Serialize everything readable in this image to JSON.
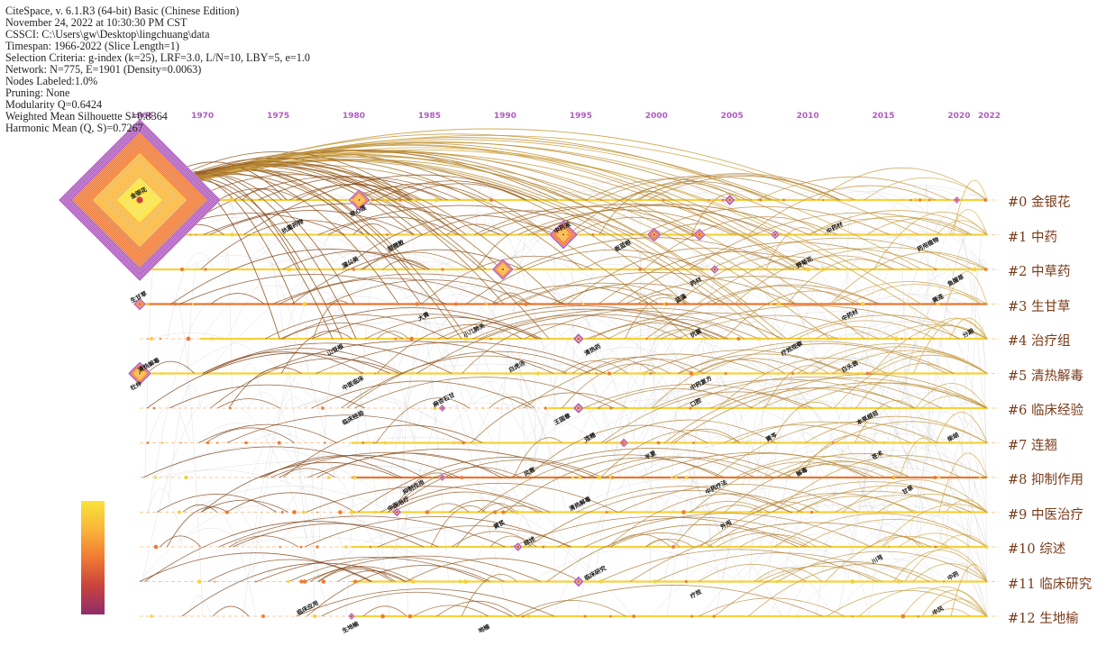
{
  "info": {
    "lines": [
      "CiteSpace, v. 6.1.R3 (64-bit) Basic (Chinese Edition)",
      "November 24, 2022 at 10:30:30 PM CST",
      "CSSCI: C:\\Users\\gw\\Desktop\\lingchuang\\data",
      "Timespan: 1966-2022 (Slice Length=1)",
      "Selection Criteria: g-index (k=25), LRF=3.0, L/N=10, LBY=5, e=1.0",
      "Network: N=775, E=1901 (Density=0.0063)",
      "Nodes Labeled:1.0%",
      "Pruning: None",
      "Modularity Q=0.6424",
      "Weighted Mean Silhouette S=0.8364",
      "Harmonic Mean (Q, S)=0.7267"
    ]
  },
  "years": [
    "1966",
    "1970",
    "1975",
    "1980",
    "1985",
    "1990",
    "1995",
    "2000",
    "2005",
    "2010",
    "2015",
    "2020",
    "2022"
  ],
  "clusters": [
    "#0 金银花",
    "#1 中药",
    "#2 中草药",
    "#3 生甘草",
    "#4 治疗组",
    "#5 清热解毒",
    "#6 临床经验",
    "#7 连翘",
    "#8 抑制作用",
    "#9 中医治疗",
    "#10 综述",
    "#11 临床研究",
    "#12 生地榆"
  ],
  "node_labels": [
    {
      "t": "金银花",
      "lane": 0,
      "yr": 1966
    },
    {
      "t": "穿心莲",
      "lane": 0,
      "yr": 1980.5
    },
    {
      "t": "抗菌药物",
      "lane": 1,
      "yr": 1976
    },
    {
      "t": "银翘散",
      "lane": 1,
      "yr": 1983
    },
    {
      "t": "中药液",
      "lane": 1,
      "yr": 1994
    },
    {
      "t": "板蓝根",
      "lane": 1,
      "yr": 1998
    },
    {
      "t": "中药材",
      "lane": 1,
      "yr": 2012
    },
    {
      "t": "药用植物",
      "lane": 1,
      "yr": 2018
    },
    {
      "t": "蒲公英",
      "lane": 2,
      "yr": 1980
    },
    {
      "t": "药材",
      "lane": 2,
      "yr": 2003
    },
    {
      "t": "野菊花",
      "lane": 2,
      "yr": 2010
    },
    {
      "t": "鱼腥草",
      "lane": 2,
      "yr": 2020
    },
    {
      "t": "生甘草",
      "lane": 3,
      "yr": 1966
    },
    {
      "t": "大黄",
      "lane": 3,
      "yr": 1985
    },
    {
      "t": "蓝藻",
      "lane": 3,
      "yr": 2002
    },
    {
      "t": "中药材",
      "lane": 3,
      "yr": 2013
    },
    {
      "t": "黄连",
      "lane": 3,
      "yr": 2019
    },
    {
      "t": "山豆根",
      "lane": 4,
      "yr": 1979
    },
    {
      "t": "小儿肺炎",
      "lane": 4,
      "yr": 1988
    },
    {
      "t": "清热药",
      "lane": 4,
      "yr": 1996
    },
    {
      "t": "抗菌",
      "lane": 4,
      "yr": 2003
    },
    {
      "t": "疗效观察",
      "lane": 4,
      "yr": 2009
    },
    {
      "t": "分期",
      "lane": 4,
      "yr": 2021
    },
    {
      "t": "杜仲",
      "lane": 5,
      "yr": 1966
    },
    {
      "t": "清热解毒",
      "lane": 5,
      "yr": 1966.5
    },
    {
      "t": "中医临床",
      "lane": 5,
      "yr": 1980
    },
    {
      "t": "白虎汤",
      "lane": 5,
      "yr": 1991
    },
    {
      "t": "中药复方",
      "lane": 5,
      "yr": 2003
    },
    {
      "t": "白头翁",
      "lane": 5,
      "yr": 2013
    },
    {
      "t": "临床经验",
      "lane": 6,
      "yr": 1980
    },
    {
      "t": "麻杏石甘",
      "lane": 6,
      "yr": 1986
    },
    {
      "t": "王国章",
      "lane": 6,
      "yr": 1994
    },
    {
      "t": "口腔",
      "lane": 6,
      "yr": 2003
    },
    {
      "t": "本草纲目",
      "lane": 6,
      "yr": 2014
    },
    {
      "t": "连翘",
      "lane": 7,
      "yr": 1996
    },
    {
      "t": "半夏",
      "lane": 7,
      "yr": 2000
    },
    {
      "t": "黄芩",
      "lane": 7,
      "yr": 2008
    },
    {
      "t": "苍术",
      "lane": 7,
      "yr": 2015
    },
    {
      "t": "柴胡",
      "lane": 7,
      "yr": 2020
    },
    {
      "t": "抑制作用",
      "lane": 8,
      "yr": 1984
    },
    {
      "t": "风寒",
      "lane": 8,
      "yr": 1992
    },
    {
      "t": "中药疗法",
      "lane": 8,
      "yr": 2004
    },
    {
      "t": "解毒",
      "lane": 8,
      "yr": 2010
    },
    {
      "t": "甘草",
      "lane": 8,
      "yr": 2017
    },
    {
      "t": "中医治疗",
      "lane": 9,
      "yr": 1983
    },
    {
      "t": "黄芪",
      "lane": 9,
      "yr": 1990
    },
    {
      "t": "清热解毒",
      "lane": 9,
      "yr": 1995
    },
    {
      "t": "外用",
      "lane": 9,
      "yr": 2005
    },
    {
      "t": "综述",
      "lane": 10,
      "yr": 1992
    },
    {
      "t": "川芎",
      "lane": 10,
      "yr": 2015
    },
    {
      "t": "临床研究",
      "lane": 11,
      "yr": 1996
    },
    {
      "t": "疗效",
      "lane": 11,
      "yr": 2003
    },
    {
      "t": "中药",
      "lane": 11,
      "yr": 2020
    },
    {
      "t": "生地榆",
      "lane": 12,
      "yr": 1980
    },
    {
      "t": "临床应用",
      "lane": 12,
      "yr": 1977
    },
    {
      "t": "地榆",
      "lane": 12,
      "yr": 1989
    },
    {
      "t": "中风",
      "lane": 12,
      "yr": 2019
    }
  ],
  "legend": {
    "gradient": [
      "#f8e33b",
      "#f9b53a",
      "#f07a34",
      "#c8433d",
      "#8e2d6b"
    ]
  },
  "colors": {
    "year_text": "#b05cc0",
    "cluster_text": "#7a3b1a",
    "arc_old": "#7a3a12",
    "arc_new": "#d9b24a",
    "arc_gray": "#c8c8c8",
    "lane_line": "#f4a04a"
  }
}
